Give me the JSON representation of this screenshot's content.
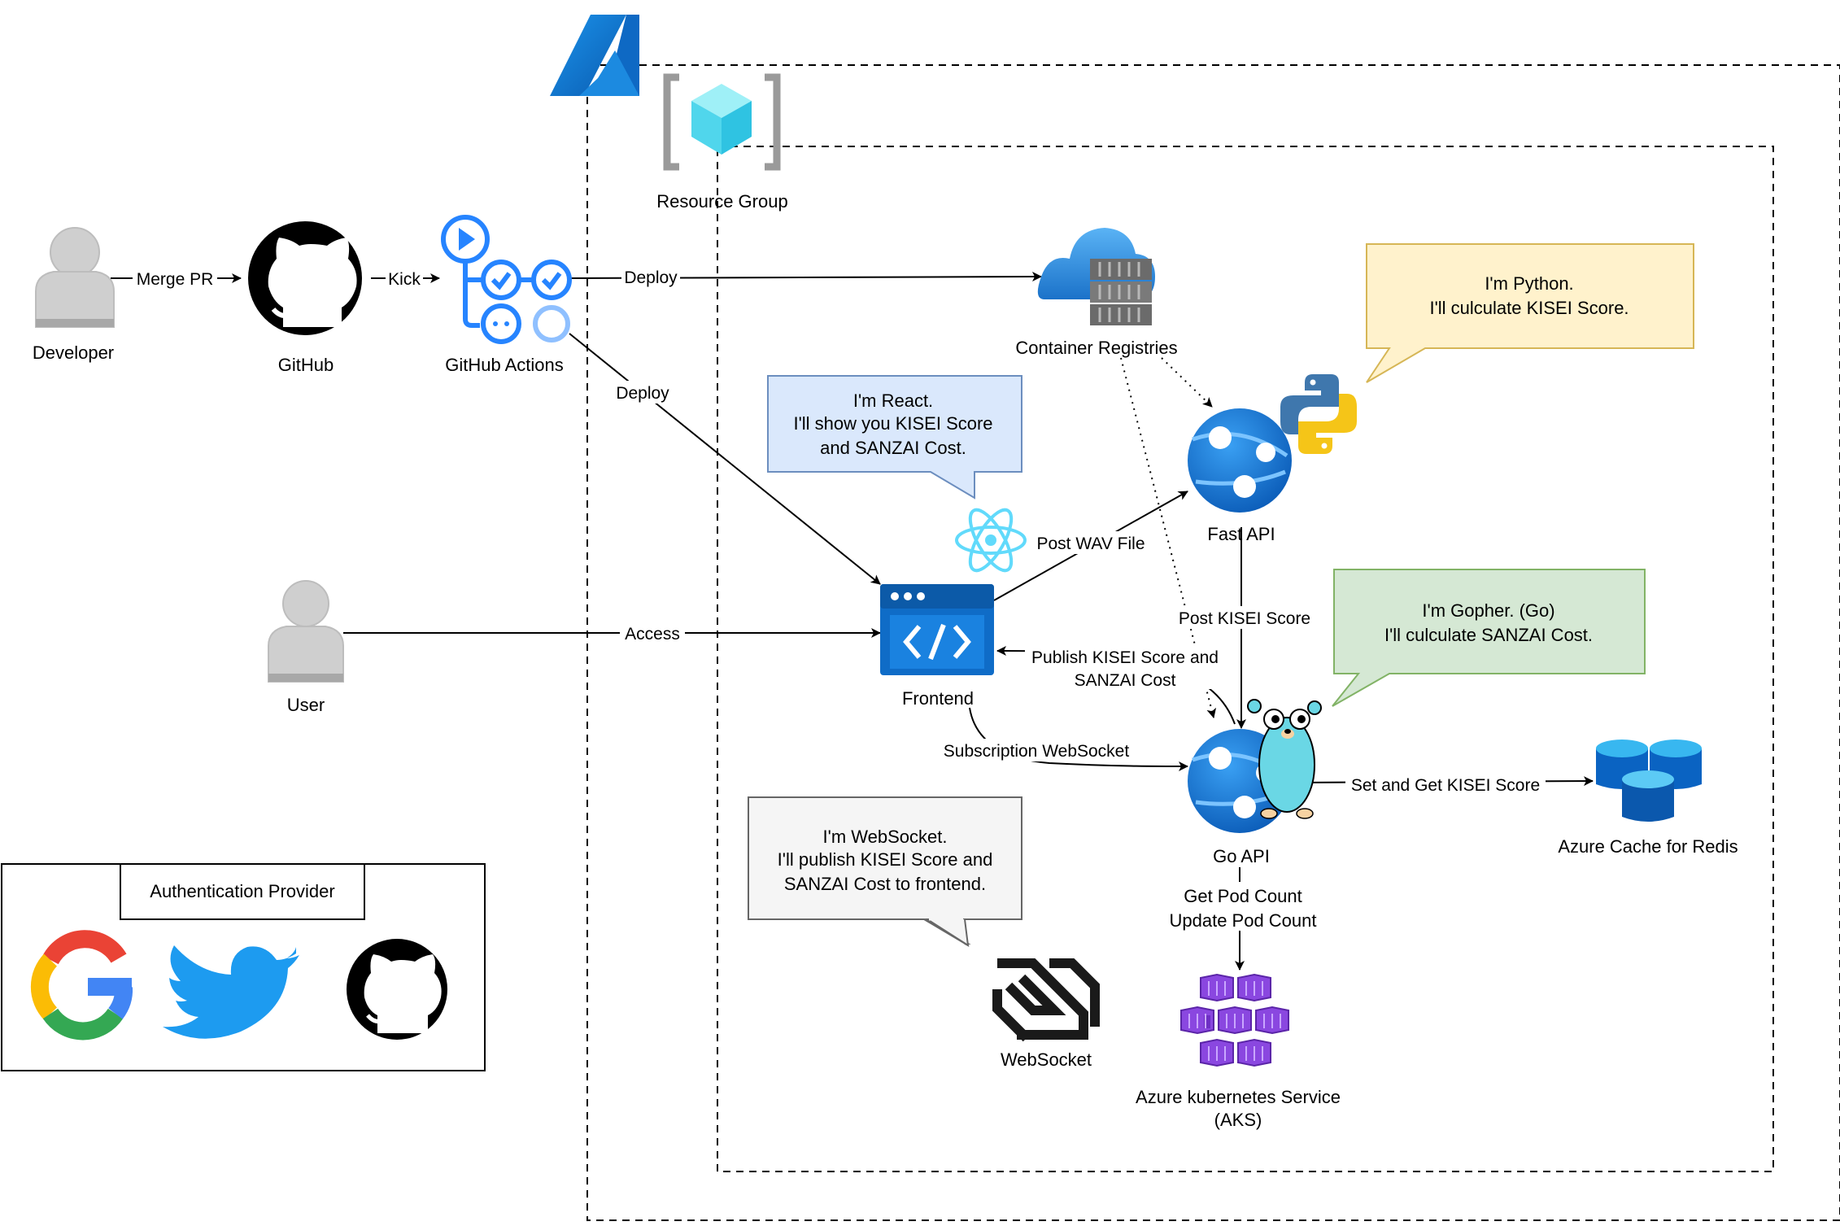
{
  "containers": {
    "resource_group": "Resource Group"
  },
  "nodes": {
    "developer": "Developer",
    "github": "GitHub",
    "github_actions": "GitHub Actions",
    "container_registries": "Container Registries",
    "fast_api": "Fast API",
    "frontend": "Frontend",
    "user": "User",
    "go_api": "Go API",
    "redis": "Azure Cache for Redis",
    "aks_line1": "Azure kubernetes Service",
    "aks_line2": "(AKS)",
    "websocket": "WebSocket"
  },
  "edges": {
    "merge_pr": "Merge PR",
    "kick": "Kick",
    "deploy_registry": "Deploy",
    "deploy_frontend": "Deploy",
    "access": "Access",
    "post_wav": "Post WAV File",
    "post_kisei": "Post KISEI Score",
    "publish_line1": "Publish KISEI Score and",
    "publish_line2": "SANZAI Cost",
    "subscription": "Subscription WebSocket",
    "set_get": "Set and Get KISEI Score",
    "pod_line1": "Get Pod Count",
    "pod_line2": "Update Pod Count"
  },
  "notes": {
    "python_line1": "I'm Python.",
    "python_line2": "I'll culculate KISEI Score.",
    "react_line1": "I'm React.",
    "react_line2": "I'll show you KISEI Score",
    "react_line3": "and SANZAI Cost.",
    "gopher_line1": "I'm Gopher. (Go)",
    "gopher_line2": "I'll culculate SANZAI Cost.",
    "ws_line1": "I'm WebSocket.",
    "ws_line2": "I'll publish KISEI Score and",
    "ws_line3": "SANZAI Cost to frontend."
  },
  "auth": {
    "title": "Authentication Provider"
  },
  "colors": {
    "azure_blue": "#0078d4",
    "python_note_fill": "#fff2cc",
    "python_note_stroke": "#d6b656",
    "react_note_fill": "#dae8fc",
    "react_note_stroke": "#6c8ebf",
    "go_note_fill": "#d5e8d4",
    "go_note_stroke": "#82b366",
    "ws_note_fill": "#f5f5f5",
    "ws_note_stroke": "#666666",
    "aks_purple": "#7b3fd0"
  }
}
